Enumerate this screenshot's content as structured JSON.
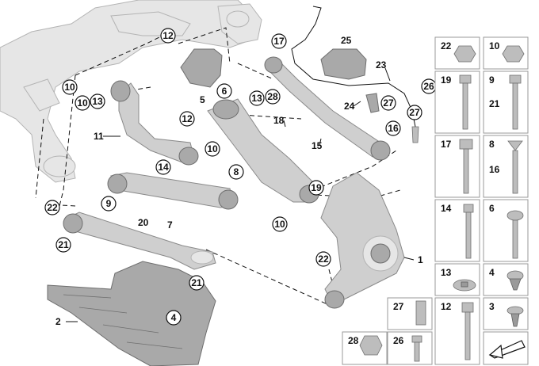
{
  "callouts": {
    "c12a": "12",
    "c10a": "10",
    "c13a": "13",
    "c10b": "10",
    "c6": "6",
    "c17": "17",
    "c13b": "13",
    "c28": "28",
    "c12b": "12",
    "c10c": "10",
    "c14": "14",
    "c8": "8",
    "c9": "9",
    "c19": "19",
    "c10d": "10",
    "c22a": "22",
    "c21a": "21",
    "c21b": "21",
    "c16": "16",
    "c26": "26",
    "c27a": "27",
    "c27b": "27",
    "c22b": "22",
    "c4": "4"
  },
  "labels": {
    "l5": "5",
    "l11": "11",
    "l18": "18",
    "l15": "15",
    "l25": "25",
    "l23": "23",
    "l24": "24",
    "l7": "7",
    "l20": "20",
    "l1": "1",
    "l2": "2"
  },
  "table": {
    "r1": {
      "a": "22",
      "b": "10"
    },
    "r2": {
      "a": "19",
      "b": "9",
      "c": "21"
    },
    "r3": {
      "a": "17",
      "b": "8",
      "c": "16"
    },
    "r4": {
      "a": "14",
      "b": "6"
    },
    "r5": {
      "a": "13",
      "b": "4"
    },
    "r6": {
      "a": "27",
      "b": "12",
      "c": "3"
    },
    "r7": {
      "a": "28",
      "b": "26"
    }
  },
  "icons": [
    "pointer-arrow-icon"
  ]
}
